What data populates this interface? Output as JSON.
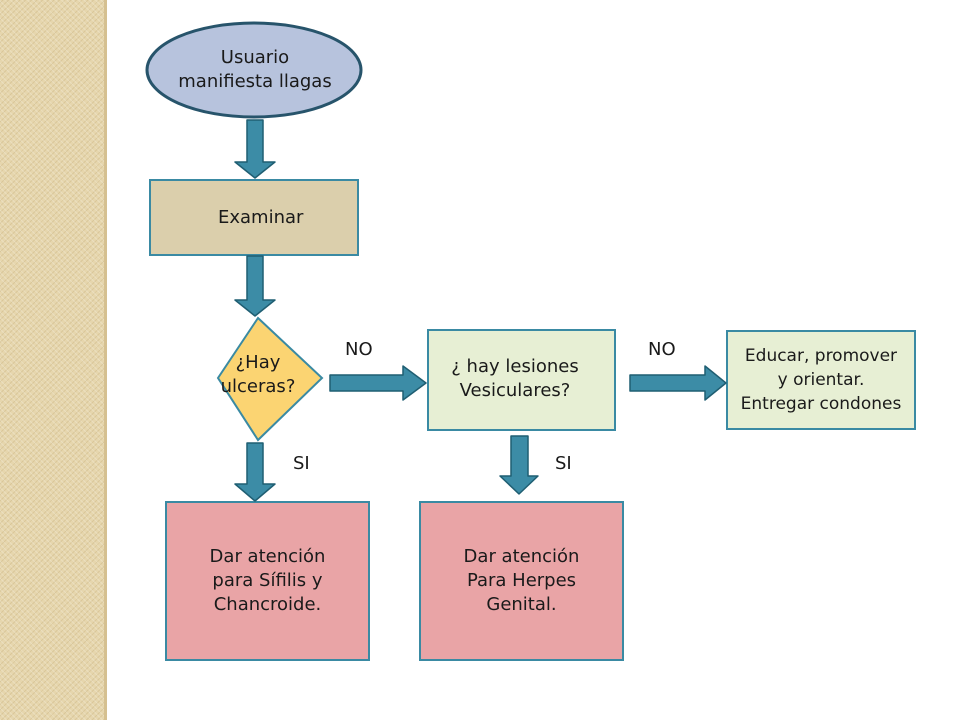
{
  "colors": {
    "start_fill": "#b7c3dd",
    "start_stroke": "#27546b",
    "process_fill": "#dbcfac",
    "decision_fill": "#fbd472",
    "question_fill": "#e7efd4",
    "action_fill": "#e9a4a6",
    "node_stroke": "#3a8aa3",
    "arrow_fill": "#3c8ca6",
    "arrow_stroke": "#1f5e72"
  },
  "nodes": {
    "start": "Usuario\nmanifiesta llagas",
    "examine": "Examinar",
    "ulcer_decision": "¿Hay\nulceras?",
    "vesicular_question": "¿ hay lesiones\nVesiculares?",
    "educate": "Educar, promover\ny orientar.\nEntregar condones",
    "syphilis_care": "Dar atención\npara Sífilis y\nChancroide.",
    "herpes_care": "Dar atención\nPara Herpes\nGenital."
  },
  "edges": {
    "no_1": "NO",
    "no_2": "NO",
    "si_1": "SI",
    "si_2": "SI"
  }
}
